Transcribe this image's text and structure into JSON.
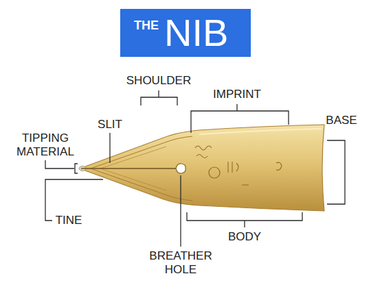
{
  "diagram": {
    "nodes": [
      {
        "text": [
          "THE",
          "NIB"
        ]
      }
    ],
    "labels": [
      "SHOULDER",
      "IMPRINT",
      "BASE",
      "TIPPING MATERIAL",
      "SLIT",
      "TINE",
      "BODY",
      "BREATHER HOLE"
    ]
  }
}
